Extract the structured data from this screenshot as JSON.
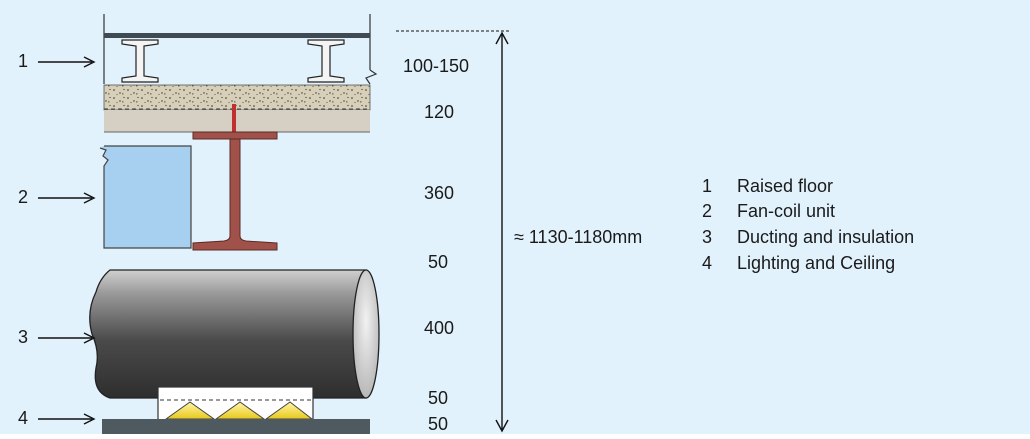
{
  "layer_markers": [
    {
      "number": "1"
    },
    {
      "number": "2"
    },
    {
      "number": "3"
    },
    {
      "number": "4"
    }
  ],
  "dimensions": [
    "100-150",
    "120",
    "360",
    "50",
    "400",
    "50",
    "50"
  ],
  "total_height": "≈ 1130-1180mm",
  "legend": [
    {
      "number": "1",
      "label": "Raised floor"
    },
    {
      "number": "2",
      "label": "Fan-coil unit"
    },
    {
      "number": "3",
      "label": "Ducting and insulation"
    },
    {
      "number": "4",
      "label": "Lighting and Ceiling"
    }
  ],
  "colors": {
    "background": "#e2f2fc",
    "fan_coil": "#a6cff0",
    "steel_beam": "#a0524a",
    "concrete": "#d8cfb8",
    "ceiling_panel": "#4f5a60",
    "light": "#f3dc2e"
  }
}
